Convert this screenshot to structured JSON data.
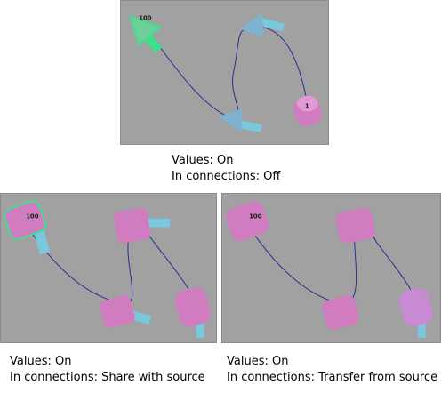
{
  "captions": {
    "top": {
      "values": "Values: On",
      "connections": "In connections: Off"
    },
    "bottom_left": {
      "values": "Values: On",
      "connections": "In connections: Share with source"
    },
    "bottom_right": {
      "values": "Values: On",
      "connections": "In connections: Transfer from source"
    }
  },
  "labels": {
    "top_arrow_value": "100",
    "top_cylinder_value": "1",
    "bl_cylinder_value": "100",
    "br_cylinder_value": "100"
  },
  "colors": {
    "panel_background": "#a1a1a1",
    "curve": "#2b2b8f",
    "selected_wire": "#3ee08c",
    "magenta_object": "#d17cc0",
    "blue_object": "#7fb2cf",
    "cyan_shaft": "#79c8dd"
  }
}
